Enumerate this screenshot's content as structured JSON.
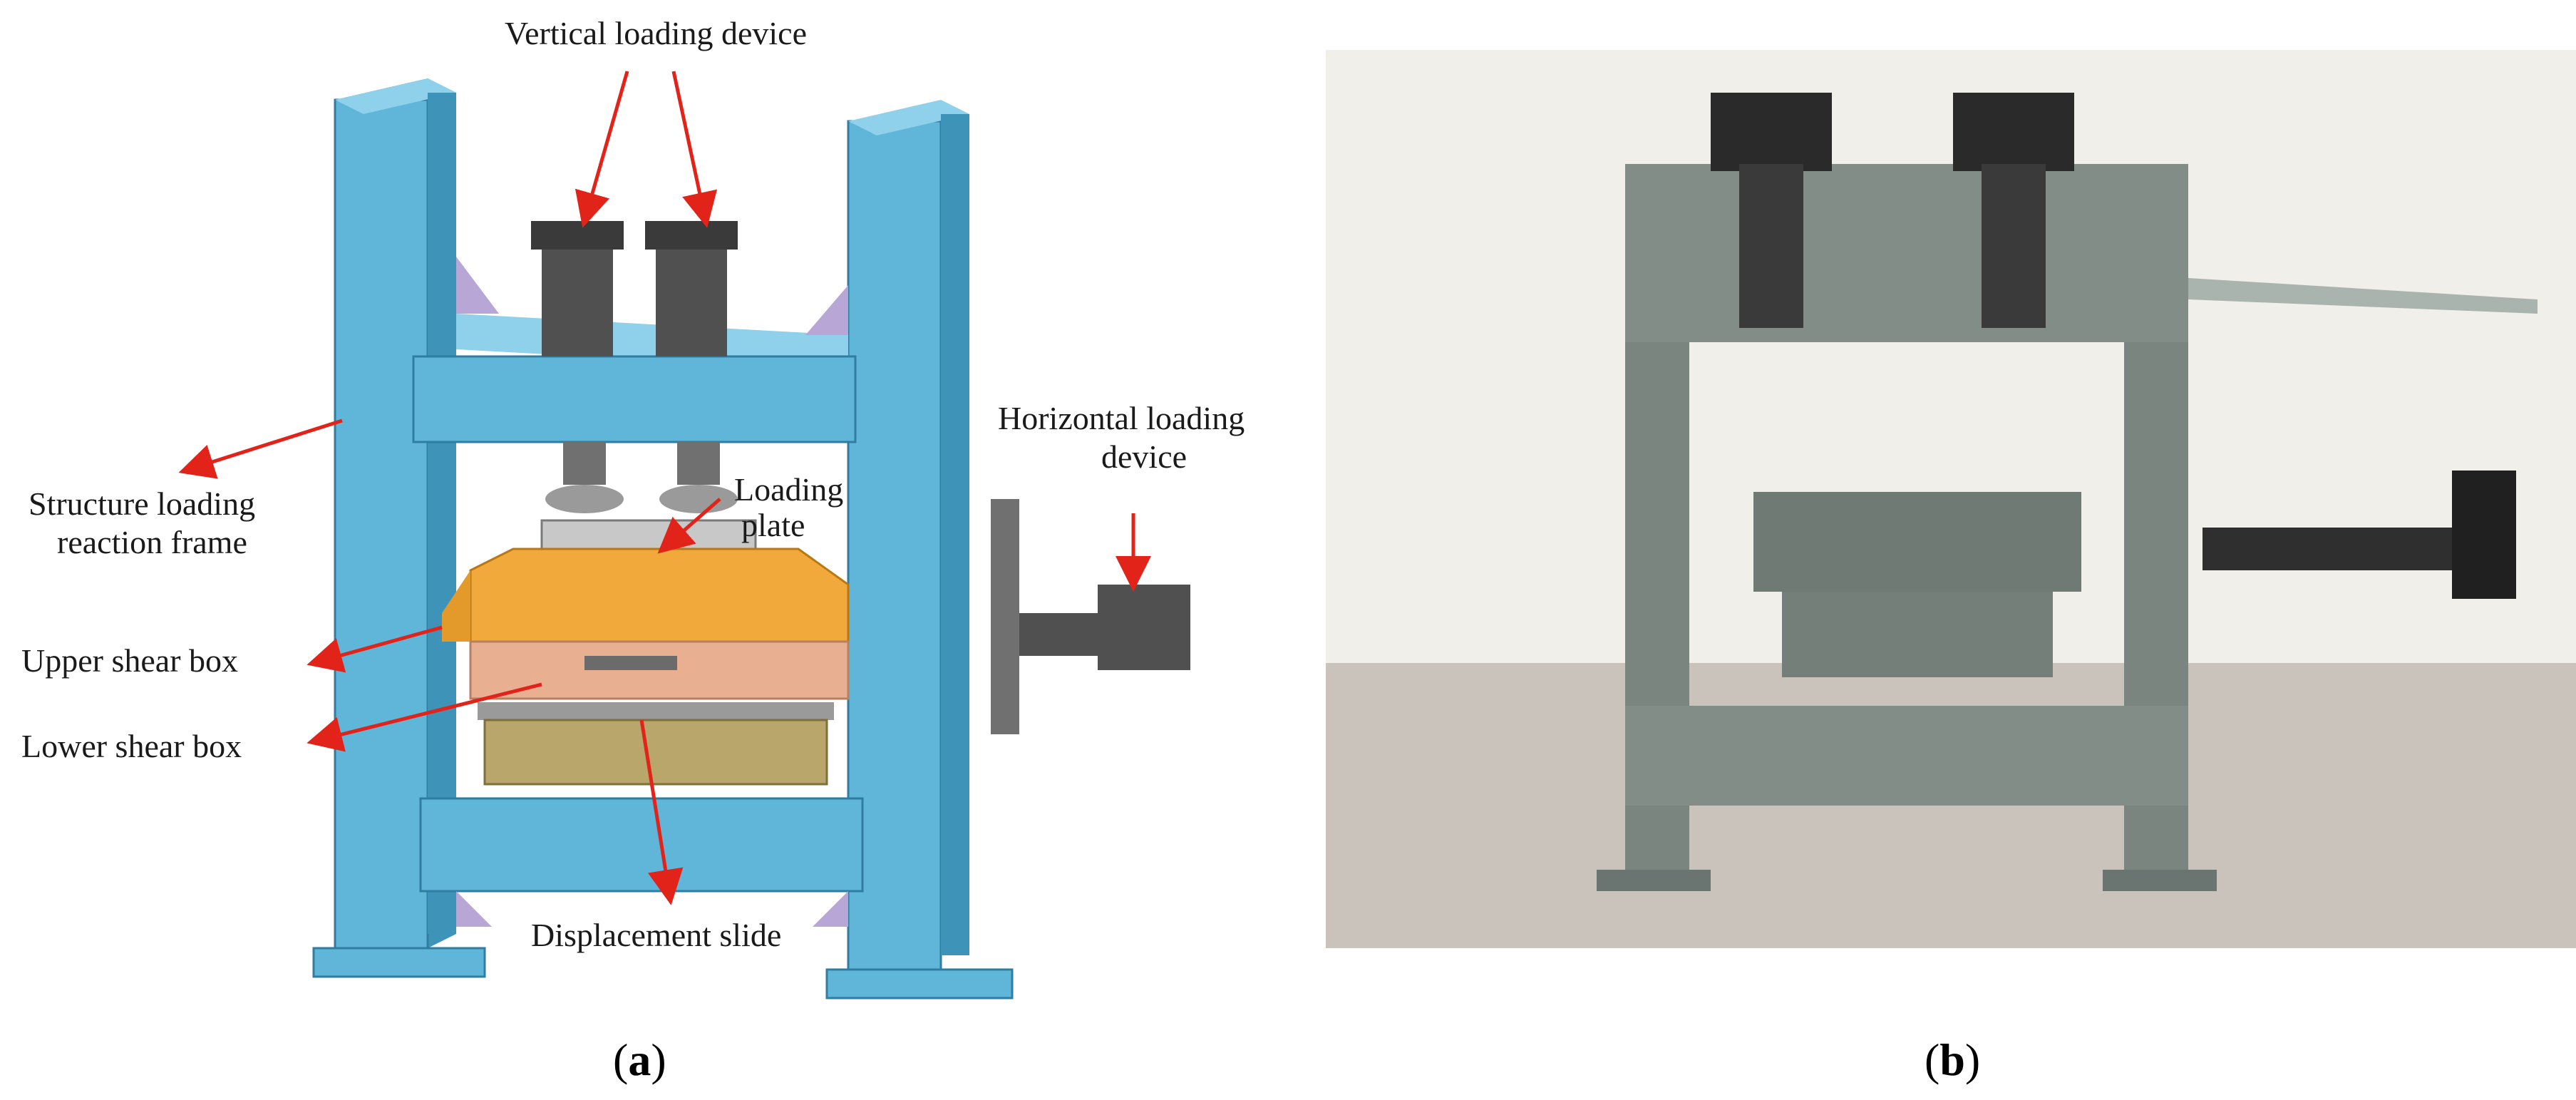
{
  "panel_a": {
    "caption_open": "(",
    "caption_letter": "a",
    "caption_close": ")",
    "labels": {
      "vertical_loading": "Vertical loading device",
      "structure_frame_line1": "Structure loading",
      "structure_frame_line2": "reaction frame",
      "horizontal_loading_line1": "Horizontal loading",
      "horizontal_loading_line2": "device",
      "loading_plate_line1": "Loading",
      "loading_plate_line2": "plate",
      "upper_shear_box": "Upper shear box",
      "lower_shear_box": "Lower shear box",
      "displacement_slide": "Displacement slide"
    }
  },
  "panel_b": {
    "caption_open": "(",
    "caption_letter": "b",
    "caption_close": ")"
  },
  "colors": {
    "frame_blue": "#5fb6d9",
    "frame_blue_dark": "#3d93b8",
    "actuator_dark": "#505050",
    "upper_box": "#f2a93b",
    "lower_box": "#e8b090",
    "slide": "#b8a66a",
    "arrow_red": "#e2231a",
    "photo_wall": "#f1efea",
    "photo_floor": "#c9c3bc",
    "photo_steel": "#7a8580"
  }
}
